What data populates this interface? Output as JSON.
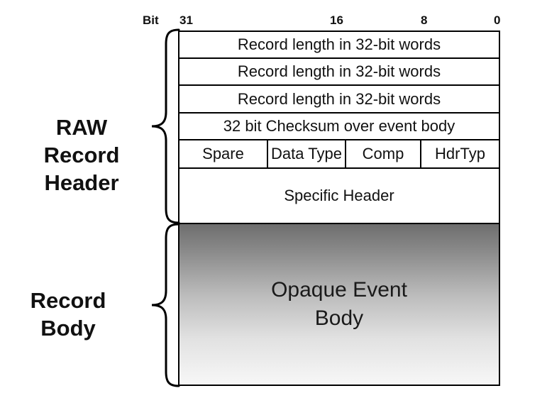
{
  "bit_axis": {
    "label": "Bit",
    "ticks": [
      "31",
      "16",
      "8",
      "0"
    ]
  },
  "header_rows": [
    "Record length in 32-bit words",
    "Record length in 32-bit words",
    "Record length in 32-bit words",
    "32 bit Checksum over event body"
  ],
  "fields": [
    "Spare",
    "Data Type",
    "Comp",
    "HdrTyp"
  ],
  "specific_header": "Specific Header",
  "sections": {
    "header": {
      "line1": "RAW",
      "line2": "Record",
      "line3": "Header"
    },
    "body": {
      "line1": "Record",
      "line2": "Body"
    }
  },
  "opaque_body": {
    "line1": "Opaque Event",
    "line2": "Body"
  }
}
